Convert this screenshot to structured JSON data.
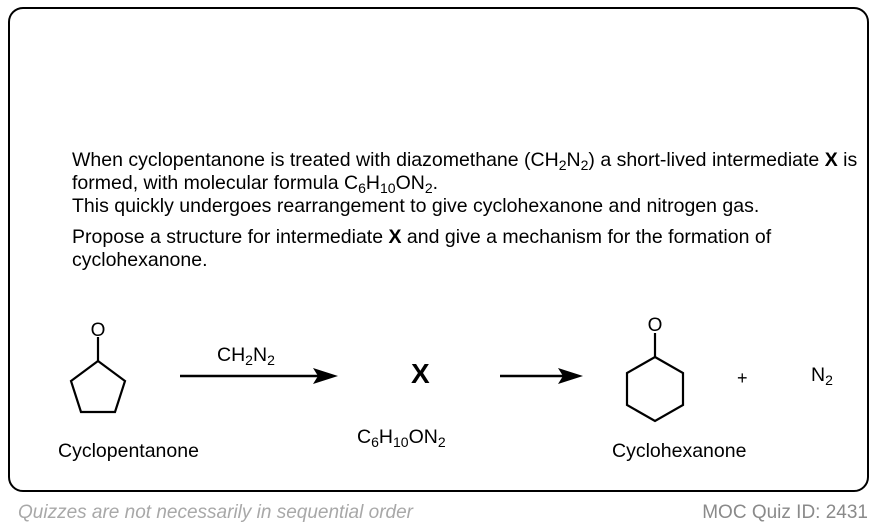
{
  "question": {
    "p1_a": "When cyclopentanone is treated with diazomethane (CH",
    "p1_sub1": "2",
    "p1_b": "N",
    "p1_sub2": "2",
    "p1_c": ") a short-lived intermediate ",
    "p1_bold": "X",
    "p1_d": " is formed, with molecular formula C",
    "p1_sub3": "6",
    "p1_e": "H",
    "p1_sub4": "10",
    "p1_f": "ON",
    "p1_sub5": "2",
    "p1_g": ".",
    "p2": "This quickly undergoes rearrangement to give cyclohexanone and nitrogen gas.",
    "p3_a": "Propose a structure for intermediate ",
    "p3_bold": "X",
    "p3_b": " and give a mechanism for the formation of cyclohexanone."
  },
  "scheme": {
    "reactant_label": "Cyclopentanone",
    "reactant_atom": "O",
    "reagent": {
      "a": "CH",
      "s1": "2",
      "b": "N",
      "s2": "2"
    },
    "intermediate_label": "X",
    "intermediate_formula": {
      "a": "C",
      "s1": "6",
      "b": "H",
      "s2": "10",
      "c": "ON",
      "s3": "2"
    },
    "product_label": "Cyclohexanone",
    "product_atom": "O",
    "plus": "+",
    "byproduct": {
      "a": "N",
      "s1": "2"
    }
  },
  "footer": {
    "note": "Quizzes are not necessarily in sequential order",
    "quiz_id": "MOC Quiz ID: 2431"
  }
}
